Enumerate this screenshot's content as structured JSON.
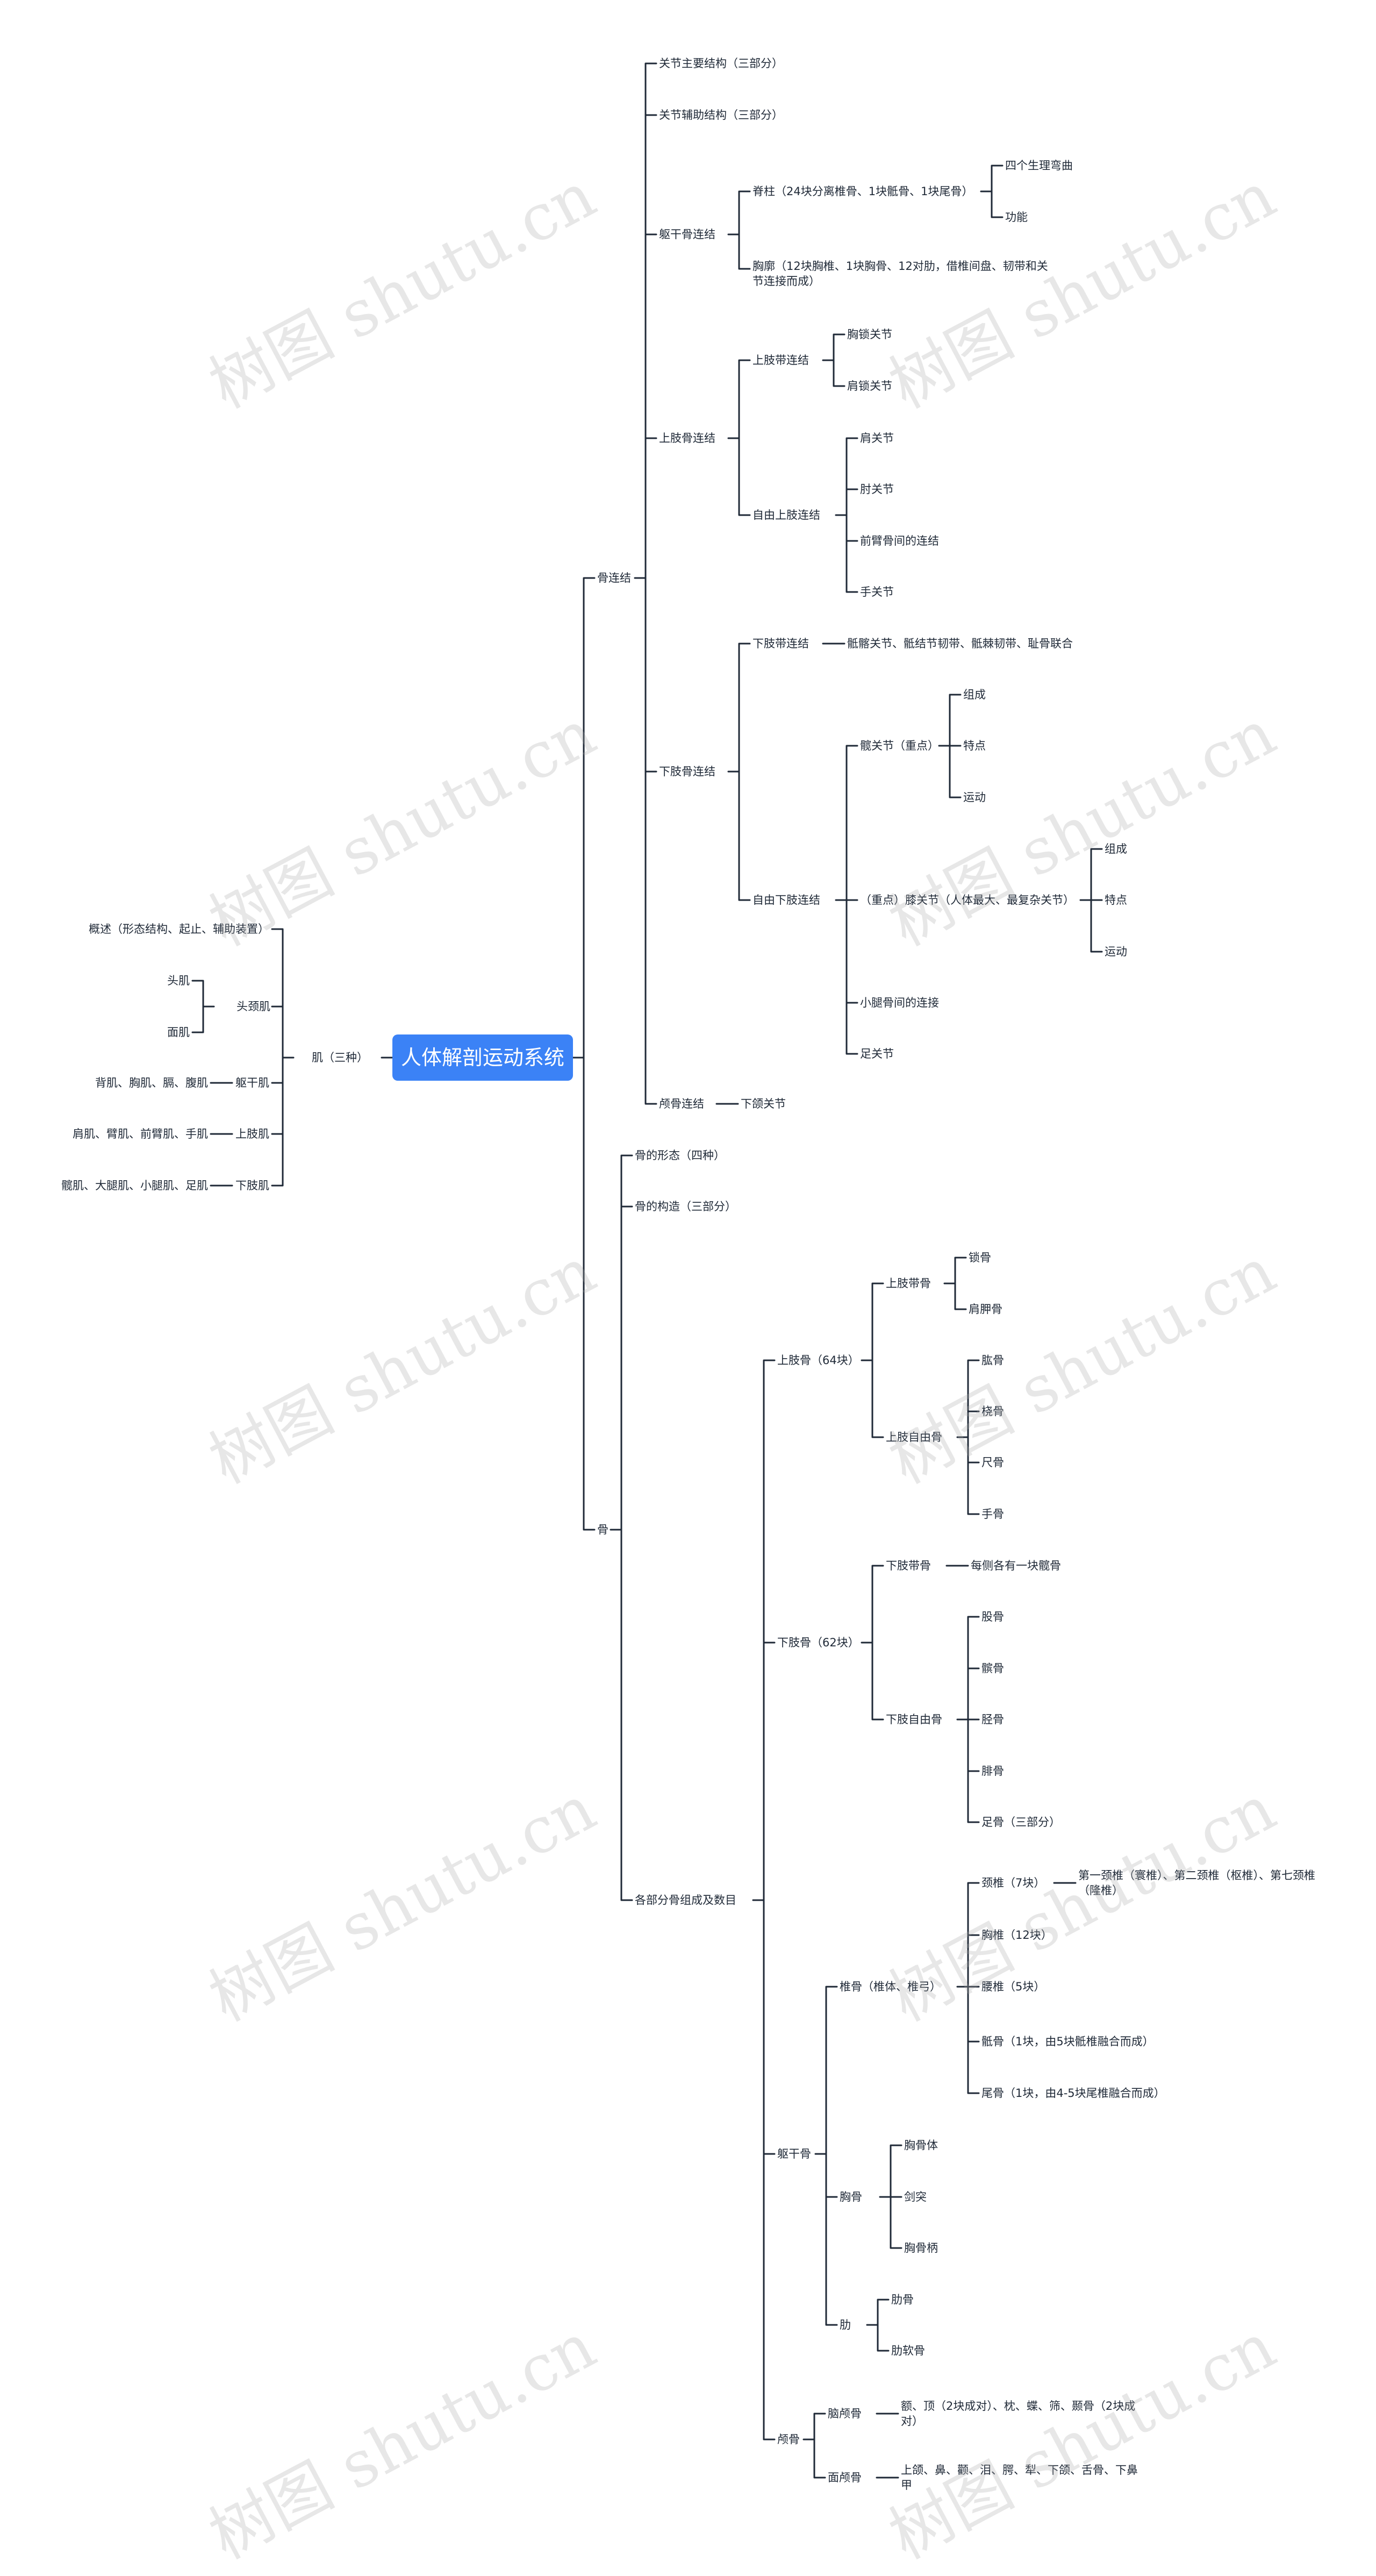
{
  "root": "人体解剖运动系统",
  "watermark": "树图 shutu.cn",
  "colors": {
    "root_fill": "#3b82f6",
    "line": "#1f2937",
    "text": "#1f2937"
  },
  "right": {
    "bone_joint": {
      "label": "骨连结",
      "n1": "关节主要结构（三部分）",
      "n2": "关节辅助结构（三部分）",
      "trunk": {
        "label": "躯干骨连结",
        "spine": {
          "label": "脊柱（24块分离椎骨、1块骶骨、1块尾骨）",
          "curve": "四个生理弯曲",
          "func": "功能"
        },
        "thorax": "胸廓（12块胸椎、1块胸骨、12对肋，借椎间盘、韧带和关节连接而成）"
      },
      "upper": {
        "label": "上肢骨连结",
        "girdle": {
          "label": "上肢带连结",
          "a": "胸锁关节",
          "b": "肩锁关节"
        },
        "free": {
          "label": "自由上肢连结",
          "a": "肩关节",
          "b": "肘关节",
          "c": "前臂骨间的连结",
          "d": "手关节"
        }
      },
      "lower": {
        "label": "下肢骨连结",
        "girdle": {
          "label": "下肢带连结",
          "detail": "骶髂关节、骶结节韧带、骶棘韧带、耻骨联合"
        },
        "free": {
          "label": "自由下肢连结",
          "hip": {
            "label": "髋关节（重点）",
            "a": "组成",
            "b": "特点",
            "c": "运动"
          },
          "knee": {
            "label": "（重点）膝关节（人体最大、最复杂关节）",
            "a": "组成",
            "b": "特点",
            "c": "运动"
          },
          "leg": "小腿骨间的连接",
          "foot": "足关节"
        }
      },
      "skull": {
        "label": "颅骨连结",
        "detail": "下颌关节"
      }
    },
    "bone": {
      "label": "骨",
      "form": "骨的形态（四种）",
      "structure": "骨的构造（三部分）",
      "parts": {
        "label": "各部分骨组成及数目",
        "upper": {
          "label": "上肢骨（64块）",
          "girdle": {
            "label": "上肢带骨",
            "a": "锁骨",
            "b": "肩胛骨"
          },
          "free": {
            "label": "上肢自由骨",
            "a": "肱骨",
            "b": "桡骨",
            "c": "尺骨",
            "d": "手骨"
          }
        },
        "lower": {
          "label": "下肢骨（62块）",
          "girdle": {
            "label": "下肢带骨",
            "detail": "每侧各有一块髋骨"
          },
          "free": {
            "label": "下肢自由骨",
            "a": "股骨",
            "b": "髌骨",
            "c": "胫骨",
            "d": "腓骨",
            "e": "足骨（三部分）"
          }
        },
        "trunk": {
          "label": "躯干骨",
          "vert": {
            "label": "椎骨（椎体、椎弓）",
            "cervical": {
              "label": "颈椎（7块）",
              "detail": "第一颈椎（寰椎）、第二颈椎（枢椎）、第七颈椎（隆椎）"
            },
            "thoracic": "胸椎（12块）",
            "lumbar": "腰椎（5块）",
            "sacrum": "骶骨（1块，由5块骶椎融合而成）",
            "coccyx": "尾骨（1块，由4-5块尾椎融合而成）"
          },
          "sternum": {
            "label": "胸骨",
            "a": "胸骨体",
            "b": "剑突",
            "c": "胸骨柄"
          },
          "rib": {
            "label": "肋",
            "a": "肋骨",
            "b": "肋软骨"
          }
        },
        "skull": {
          "label": "颅骨",
          "brain": {
            "label": "脑颅骨",
            "detail": "额、顶（2块成对）、枕、蝶、筛、颞骨（2块成对）"
          },
          "face": {
            "label": "面颅骨",
            "detail": "上颌、鼻、颧、泪、腭、犁、下颌、舌骨、下鼻甲"
          }
        }
      }
    }
  },
  "left": {
    "muscle": {
      "label": "肌（三种）",
      "overview": "概述（形态结构、起止、辅助装置）",
      "headneck": {
        "label": "头颈肌",
        "a": "头肌",
        "b": "面肌"
      },
      "trunk": {
        "label": "躯干肌",
        "detail": "背肌、胸肌、膈、腹肌"
      },
      "upper": {
        "label": "上肢肌",
        "detail": "肩肌、臂肌、前臂肌、手肌"
      },
      "lower": {
        "label": "下肢肌",
        "detail": "髋肌、大腿肌、小腿肌、足肌"
      }
    }
  }
}
